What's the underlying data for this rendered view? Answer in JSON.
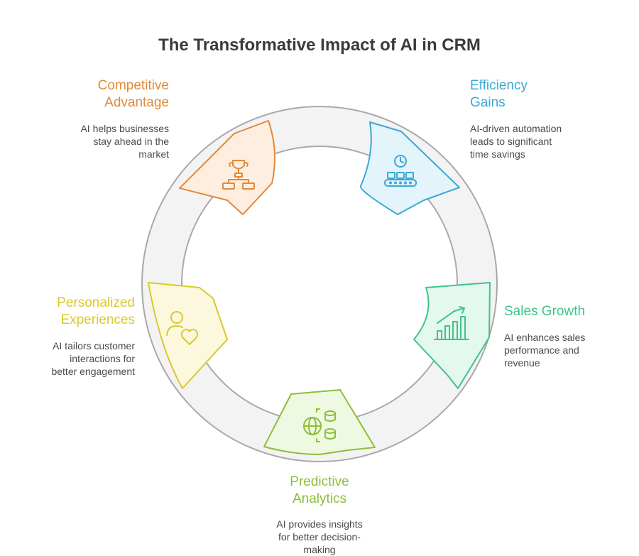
{
  "title": "The Transformative Impact of AI in CRM",
  "colors": {
    "competitive": "#e08a3c",
    "efficiency": "#3aa9d6",
    "sales": "#3fc48a",
    "predictive": "#8bbf3a",
    "personalized": "#d9c92b",
    "ring": "#f3f3f3",
    "ring_stroke": "#a9a9a9"
  },
  "segments": [
    {
      "id": "competitive",
      "label": "Competitive Advantage",
      "description": "AI helps businesses stay ahead in the market",
      "icon": "trophy-flowchart-icon"
    },
    {
      "id": "efficiency",
      "label": "Efficiency Gains",
      "description": "AI-driven automation leads to significant time savings",
      "icon": "clock-conveyor-icon"
    },
    {
      "id": "sales",
      "label": "Sales Growth",
      "description": "AI enhances sales performance and revenue",
      "icon": "growth-chart-icon"
    },
    {
      "id": "predictive",
      "label": "Predictive Analytics",
      "description": "AI provides insights for better decision-making",
      "icon": "globe-database-icon"
    },
    {
      "id": "personalized",
      "label": "Personalized Experiences",
      "description": "AI tailors customer interactions for better engagement",
      "icon": "user-heart-icon"
    }
  ],
  "text": {
    "competitive_l1": "Competitive",
    "competitive_l2": "Advantage",
    "competitive_d1": "AI helps businesses",
    "competitive_d2": "stay ahead in the",
    "competitive_d3": "market",
    "efficiency_l1": "Efficiency",
    "efficiency_l2": "Gains",
    "efficiency_d1": "AI-driven automation",
    "efficiency_d2": "leads to significant",
    "efficiency_d3": "time savings",
    "sales_l1": "Sales Growth",
    "sales_d1": "AI enhances sales",
    "sales_d2": "performance and",
    "sales_d3": "revenue",
    "predictive_l1": "Predictive",
    "predictive_l2": "Analytics",
    "predictive_d1": "AI provides insights",
    "predictive_d2": "for better decision-",
    "predictive_d3": "making",
    "personalized_l1": "Personalized",
    "personalized_l2": "Experiences",
    "personalized_d1": "AI tailors customer",
    "personalized_d2": "interactions for",
    "personalized_d3": "better engagement"
  }
}
